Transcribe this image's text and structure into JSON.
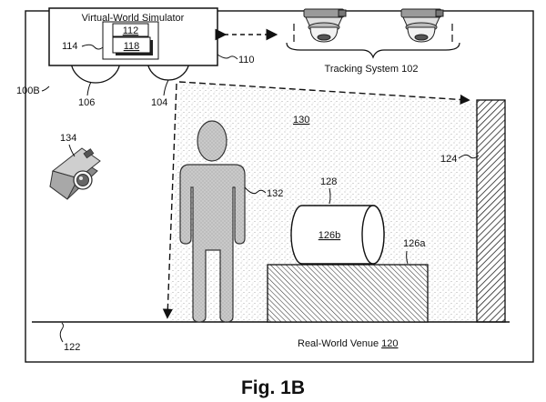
{
  "simulator": {
    "title": "Virtual-World Simulator",
    "ref": "110",
    "inner_top": "112",
    "inner_front": "118",
    "inner_ref": "114"
  },
  "projectors": {
    "left": "106",
    "right": "104"
  },
  "system_ref": "100B",
  "tracking": {
    "label": "Tracking System 102"
  },
  "camera": {
    "ref": "134"
  },
  "zone": {
    "ref": "130"
  },
  "person": {
    "ref": "132"
  },
  "wall": {
    "ref": "124"
  },
  "object": {
    "ref": "128",
    "label": "126b"
  },
  "block": {
    "ref": "126a"
  },
  "floor": {
    "ref": "122"
  },
  "venue": {
    "text": "Real-World Venue ",
    "ref": "120"
  },
  "figure": {
    "caption": "Fig. 1B"
  }
}
